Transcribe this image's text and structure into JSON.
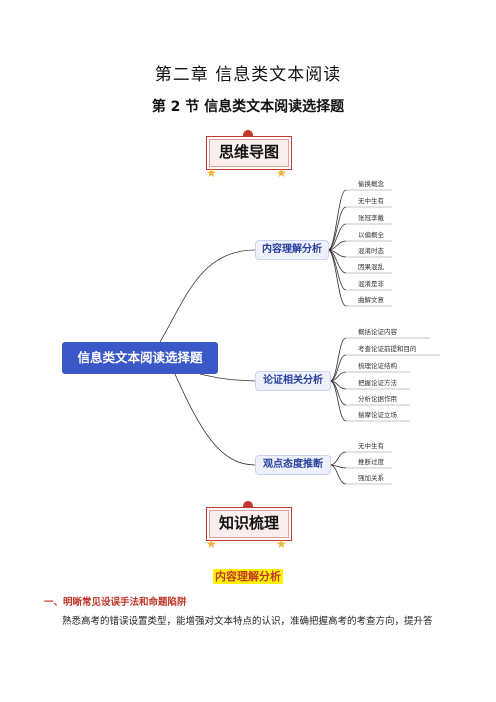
{
  "chapter_title": "第二章  信息类文本阅读",
  "section_title": "第 2 节  信息类文本阅读选择题",
  "banners": {
    "mindmap": "思维导图",
    "knowledge": "知识梳理"
  },
  "mindmap": {
    "root": "信息类文本阅读选择题",
    "branches": [
      {
        "label": "内容理解分析",
        "leaves": [
          "偷换概念",
          "无中生有",
          "张冠李戴",
          "以偏概全",
          "混淆时态",
          "因果混乱",
          "混淆是非",
          "曲解文意"
        ]
      },
      {
        "label": "论证相关分析",
        "leaves": [
          "概括论证内容",
          "考查论证前提和目的",
          "梳理论证结构",
          "把握论证方法",
          "分析论据作用",
          "揣摩论证立场"
        ]
      },
      {
        "label": "观点态度推断",
        "leaves": [
          "无中生有",
          "推断过度",
          "强加关系"
        ]
      }
    ]
  },
  "sub_heading": "内容理解分析",
  "point_one": "一、明晰常见设误手法和命题陷阱",
  "body_text": "熟悉高考的错误设置类型，能增强对文本特点的认识，准确把握高考的考查方向，提升答",
  "colors": {
    "accent_red": "#c0392b",
    "root_blue": "#3a58c7",
    "branch_text": "#2a3f9d",
    "highlight": "#fff200"
  }
}
